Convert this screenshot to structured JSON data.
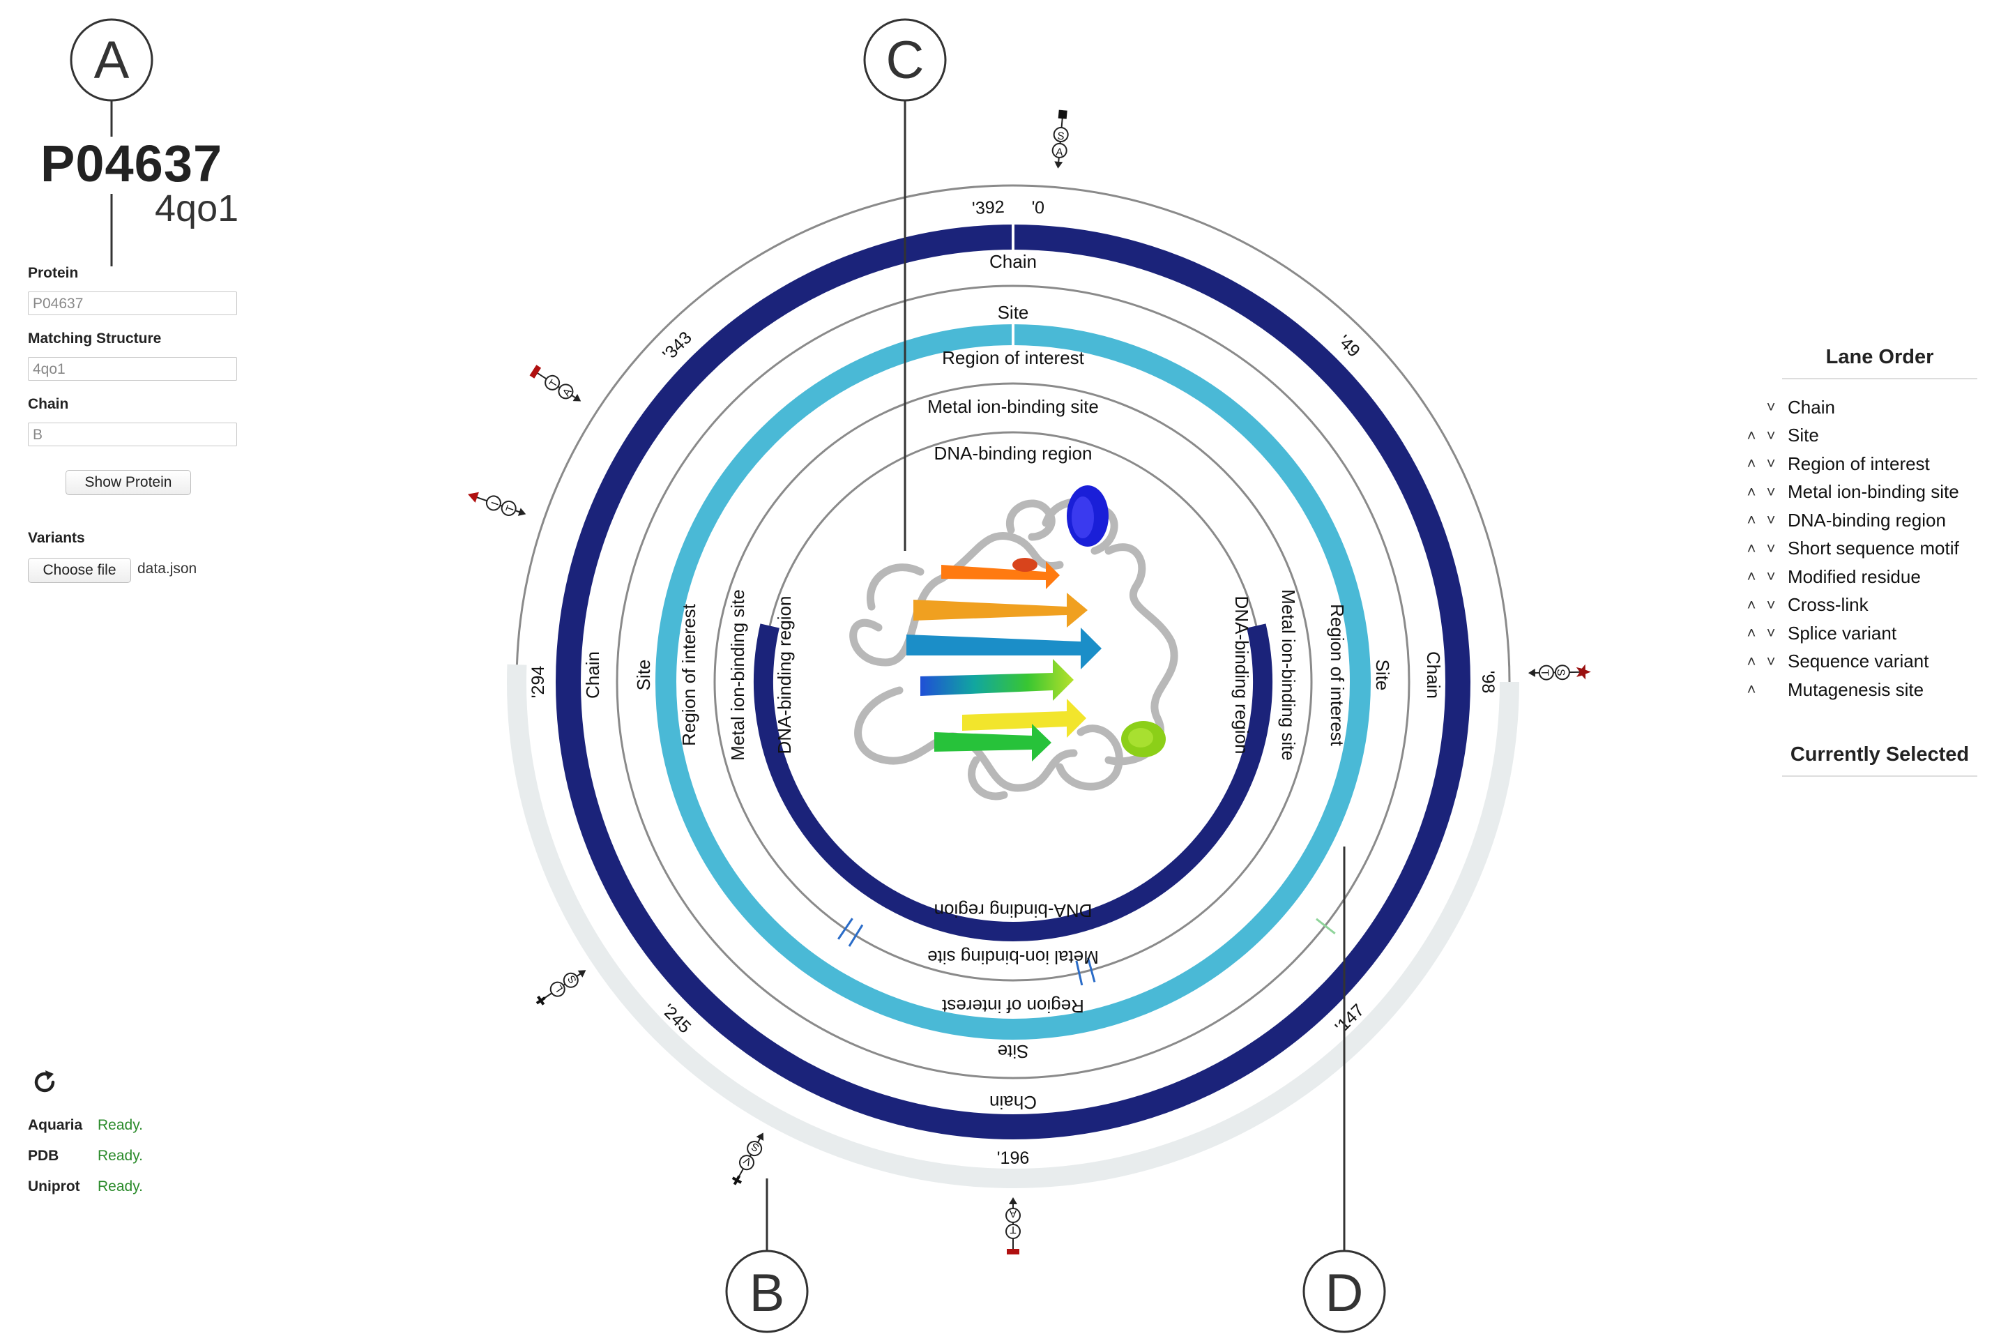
{
  "callouts": {
    "a": "A",
    "b": "B",
    "c": "C",
    "d": "D"
  },
  "header": {
    "accession": "P04637",
    "structure": "4qo1"
  },
  "form": {
    "protein_label": "Protein",
    "protein_value": "P04637",
    "structure_label": "Matching Structure",
    "structure_value": "4qo1",
    "chain_label": "Chain",
    "chain_value": "B",
    "show_button": "Show Protein"
  },
  "variants": {
    "label": "Variants",
    "choose_button": "Choose file",
    "file_name": "data.json"
  },
  "status": [
    {
      "name": "Aquaria",
      "value": "Ready."
    },
    {
      "name": "PDB",
      "value": "Ready."
    },
    {
      "name": "Uniprot",
      "value": "Ready."
    }
  ],
  "lane_order": {
    "title": "Lane Order",
    "items": [
      {
        "label": "Chain",
        "up": false,
        "down": true
      },
      {
        "label": "Site",
        "up": true,
        "down": true
      },
      {
        "label": "Region of interest",
        "up": true,
        "down": true
      },
      {
        "label": "Metal ion-binding site",
        "up": true,
        "down": true
      },
      {
        "label": "DNA-binding region",
        "up": true,
        "down": true
      },
      {
        "label": "Short sequence motif",
        "up": true,
        "down": true
      },
      {
        "label": "Modified residue",
        "up": true,
        "down": true
      },
      {
        "label": "Cross-link",
        "up": true,
        "down": true
      },
      {
        "label": "Splice variant",
        "up": true,
        "down": true
      },
      {
        "label": "Sequence variant",
        "up": true,
        "down": true
      },
      {
        "label": "Mutagenesis site",
        "up": true,
        "down": false
      }
    ],
    "selected_title": "Currently Selected"
  },
  "circle": {
    "colors": {
      "chain": "#1b237a",
      "site": "#4ab9d6",
      "dna": "#1b237a",
      "uncovered": "#e8eced",
      "ring": "#8a8a8a"
    },
    "tick_labels": [
      "'0",
      "'49",
      "'98",
      "'147",
      "'196",
      "'245",
      "'294",
      "'343",
      "'392"
    ],
    "lanes": [
      {
        "name": "Chain",
        "top": "Chain",
        "left": "Chain",
        "right": "Chain",
        "bottom": "Chain"
      },
      {
        "name": "Site",
        "top": "Site",
        "left": "Site",
        "right": "Site",
        "bottom": "Site"
      },
      {
        "name": "Region of interest",
        "top": "Region of interest",
        "left": "Region of interest",
        "right": "Region of interest",
        "bottom": "Region of interest"
      },
      {
        "name": "Metal ion-binding site",
        "top": "Metal ion-binding site",
        "left": "Metal ion-binding site",
        "right": "Metal ion-binding site",
        "bottom": "Metal ion-binding site"
      },
      {
        "name": "DNA-binding region",
        "top": "DNA-binding region",
        "left": "DNA-binding region",
        "right": "DNA-binding region",
        "bottom": "DNA-binding region"
      }
    ],
    "variant_glyphs": [
      {
        "from": "A",
        "to": "S",
        "residue_angle": 5
      },
      {
        "from": "T",
        "to": "S",
        "residue_angle": 89
      },
      {
        "from": "A",
        "to": "T",
        "residue_angle": 180
      },
      {
        "from": "S",
        "to": "V",
        "residue_angle": 209
      },
      {
        "from": "S",
        "to": "L",
        "residue_angle": 236
      },
      {
        "from": "T",
        "to": "I",
        "residue_angle": 289
      },
      {
        "from": "A",
        "to": "T",
        "residue_angle": 303
      }
    ]
  }
}
